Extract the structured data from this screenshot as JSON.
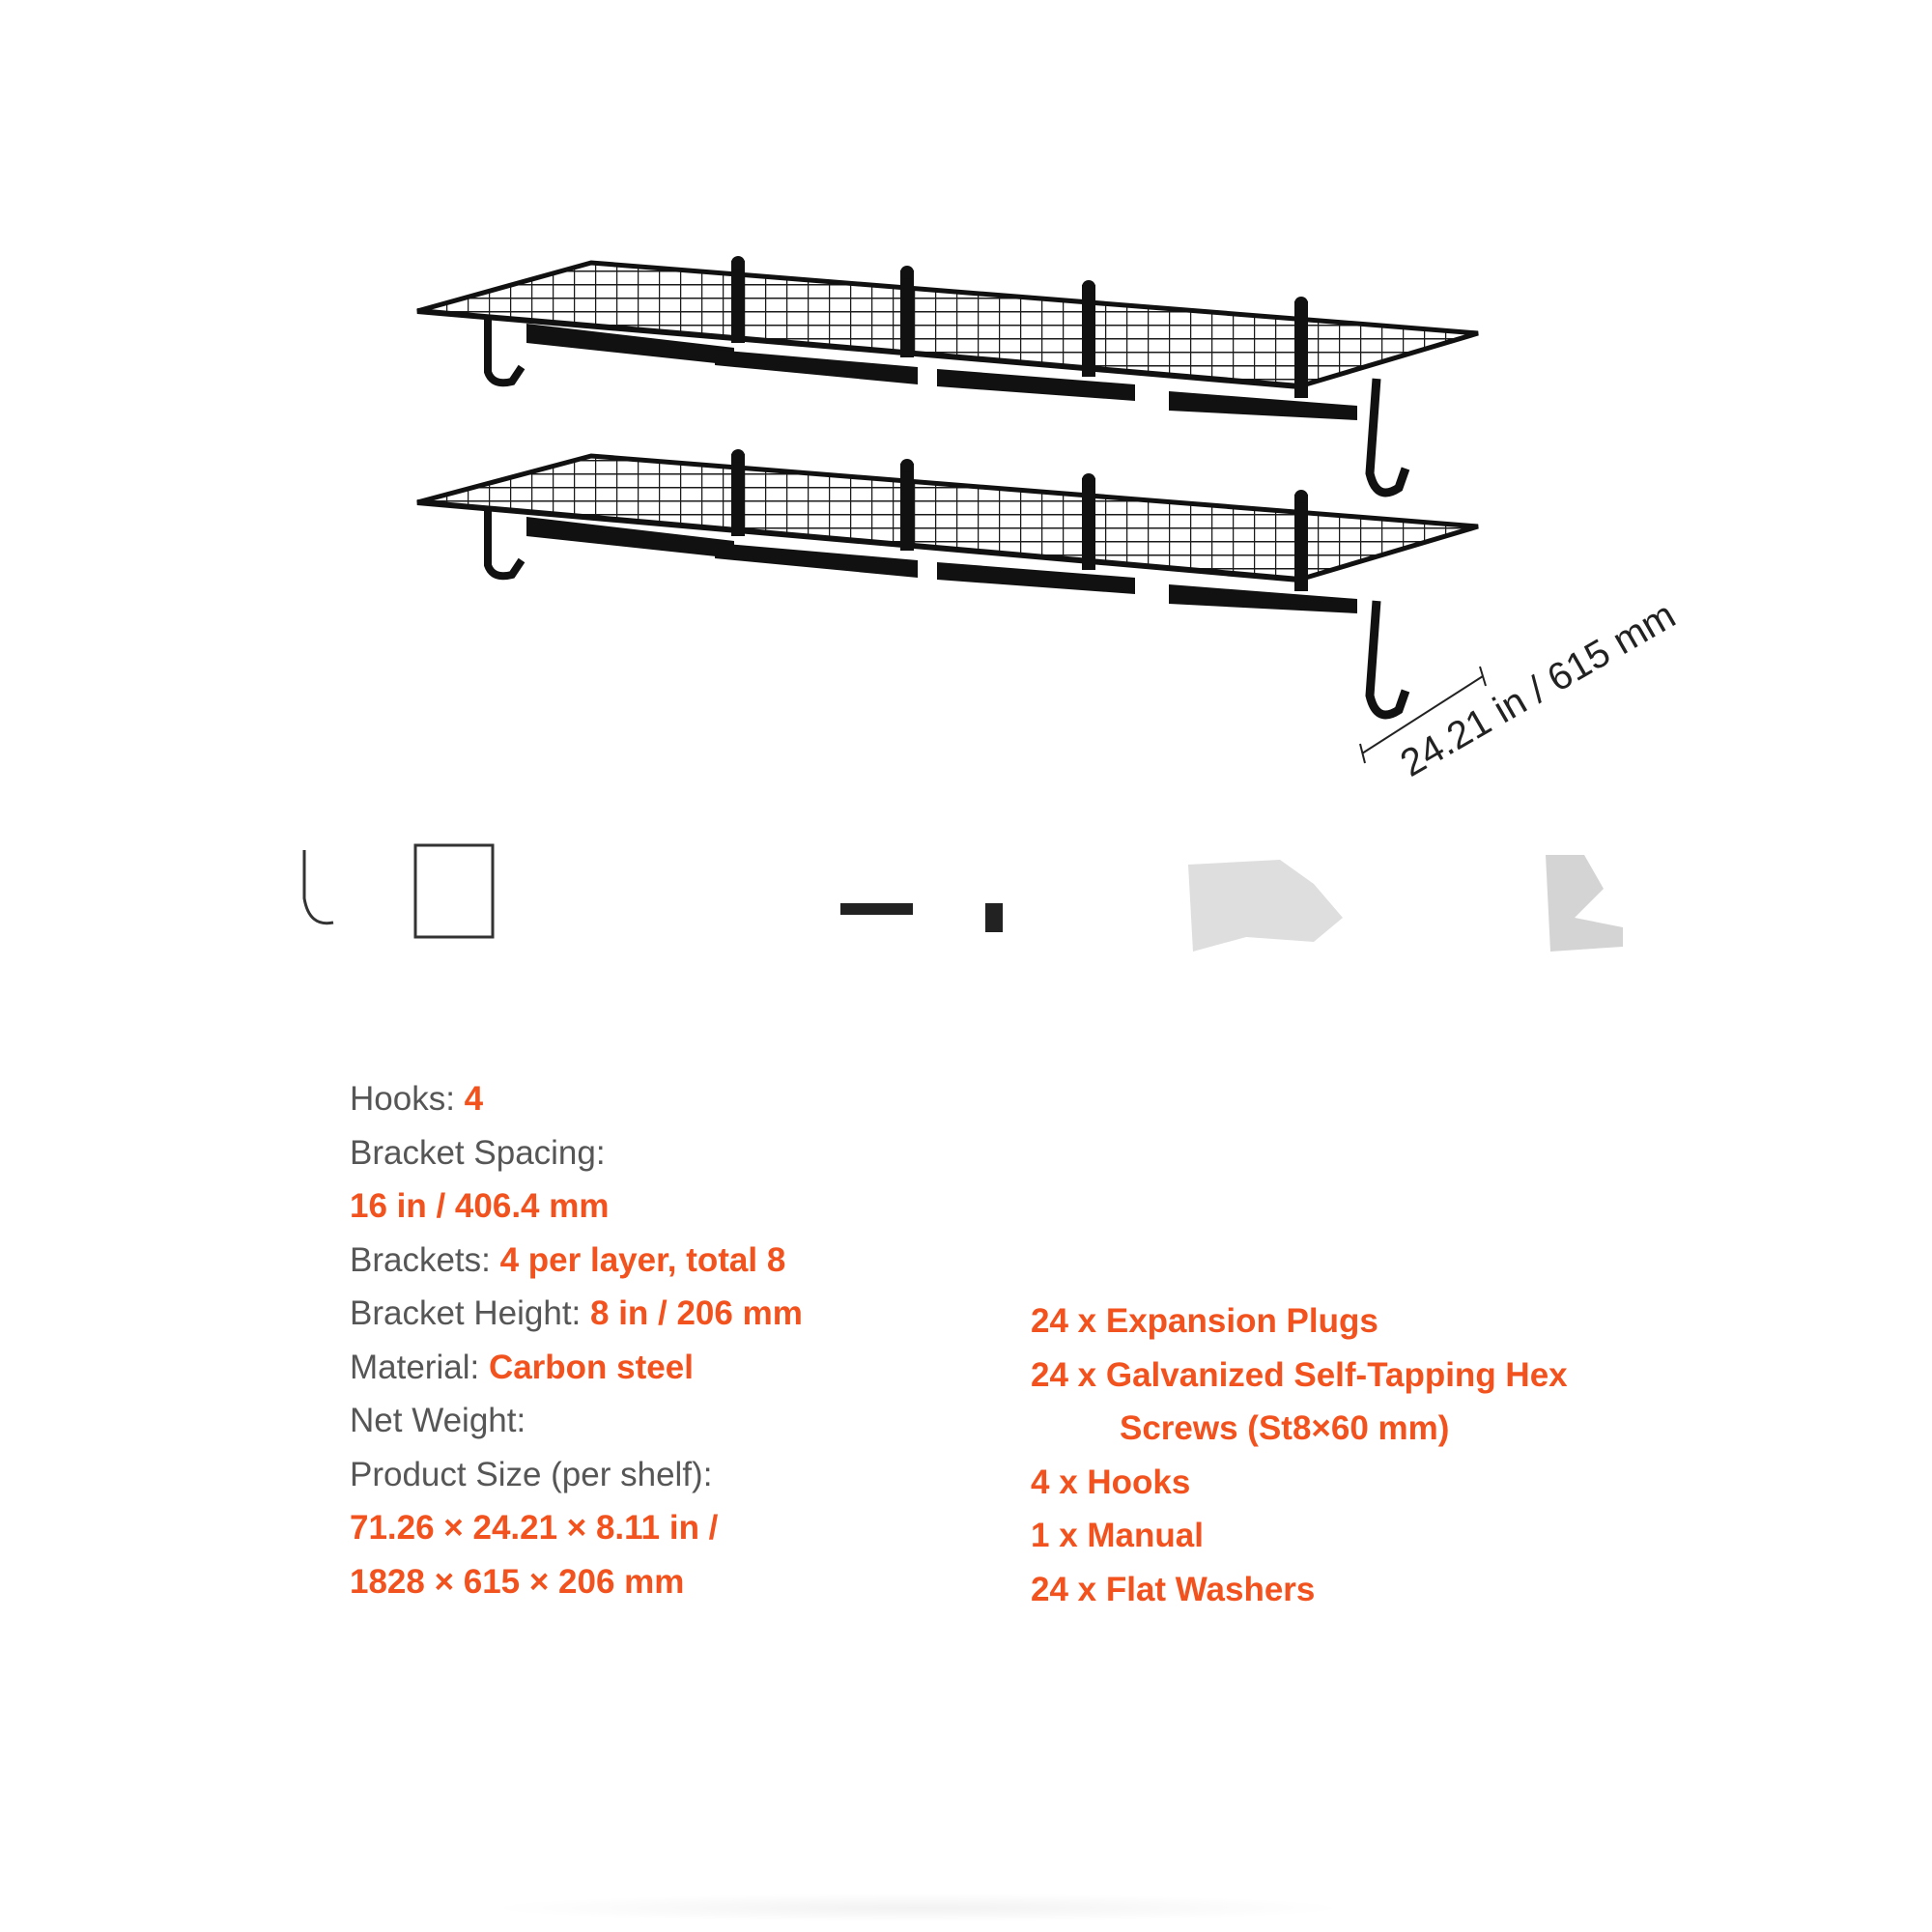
{
  "figure": {
    "dimension_label": "24.21 in / 615 mm"
  },
  "specs_left": [
    {
      "label": "Hooks: ",
      "value": "4"
    },
    {
      "label": "Bracket Spacing:",
      "value": ""
    },
    {
      "label": "",
      "value": "16 in / 406.4 mm"
    },
    {
      "label": "Brackets: ",
      "value": "4 per layer, total 8"
    },
    {
      "label": "Bracket Height: ",
      "value": "8 in / 206 mm"
    },
    {
      "label": "Material: ",
      "value": "Carbon steel"
    },
    {
      "label": "Net Weight: ",
      "value": ""
    },
    {
      "label": "Product Size (per shelf):",
      "value": ""
    },
    {
      "label": "",
      "value": "71.26 × 24.21 × 8.11 in /"
    },
    {
      "label": "",
      "value": "1828 × 615 × 206 mm"
    }
  ],
  "specs_right": [
    {
      "value": "24 x Expansion Plugs"
    },
    {
      "value": "24 x Galvanized Self-Tapping Hex"
    },
    {
      "value": "Screws (St8×60 mm)",
      "indent": true
    },
    {
      "value": "4 x Hooks"
    },
    {
      "value": "1 x Manual"
    },
    {
      "value": "24 x Flat Washers"
    }
  ]
}
